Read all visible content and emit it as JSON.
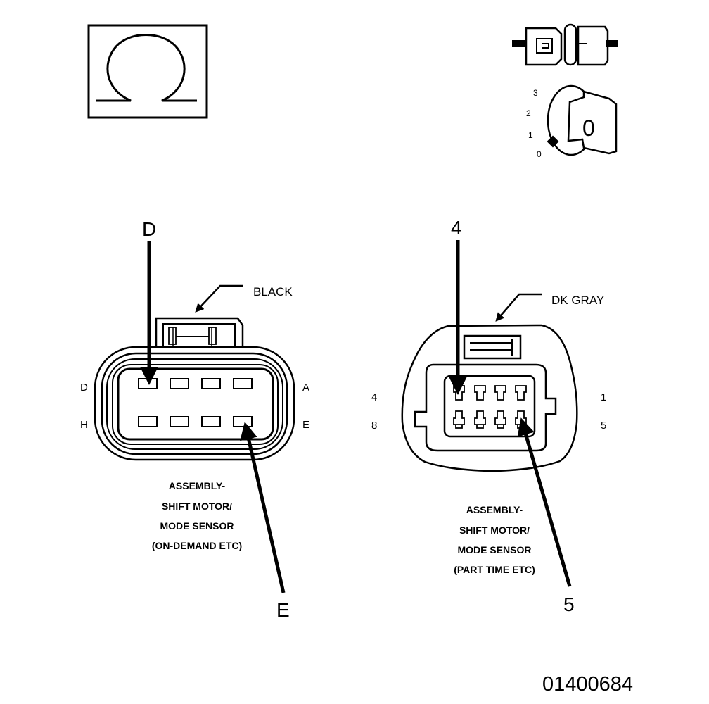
{
  "symbols": {
    "ohm_glyph": "Ω",
    "connector_icon": "connector-disconnect-icon",
    "ignition_icon": "ignition-key-icon",
    "ignition": {
      "positions": [
        "3",
        "2",
        "1",
        "0"
      ],
      "key_label": "0"
    }
  },
  "left_connector": {
    "callout_top": "D",
    "callout_bottom": "E",
    "color_label": "BLACK",
    "cavity_labels": {
      "top_left": "D",
      "top_right": "A",
      "bottom_left": "H",
      "bottom_right": "E"
    },
    "caption": [
      "ASSEMBLY-",
      "SHIFT MOTOR/",
      "MODE SENSOR",
      "(ON-DEMAND ETC)"
    ]
  },
  "right_connector": {
    "callout_top": "4",
    "callout_bottom": "5",
    "color_label": "DK GRAY",
    "cavity_labels": {
      "top_left": "4",
      "top_right": "1",
      "bottom_left": "8",
      "bottom_right": "5"
    },
    "caption": [
      "ASSEMBLY-",
      "SHIFT MOTOR/",
      "MODE SENSOR",
      "(PART TIME ETC)"
    ]
  },
  "figure_id": "01400684"
}
